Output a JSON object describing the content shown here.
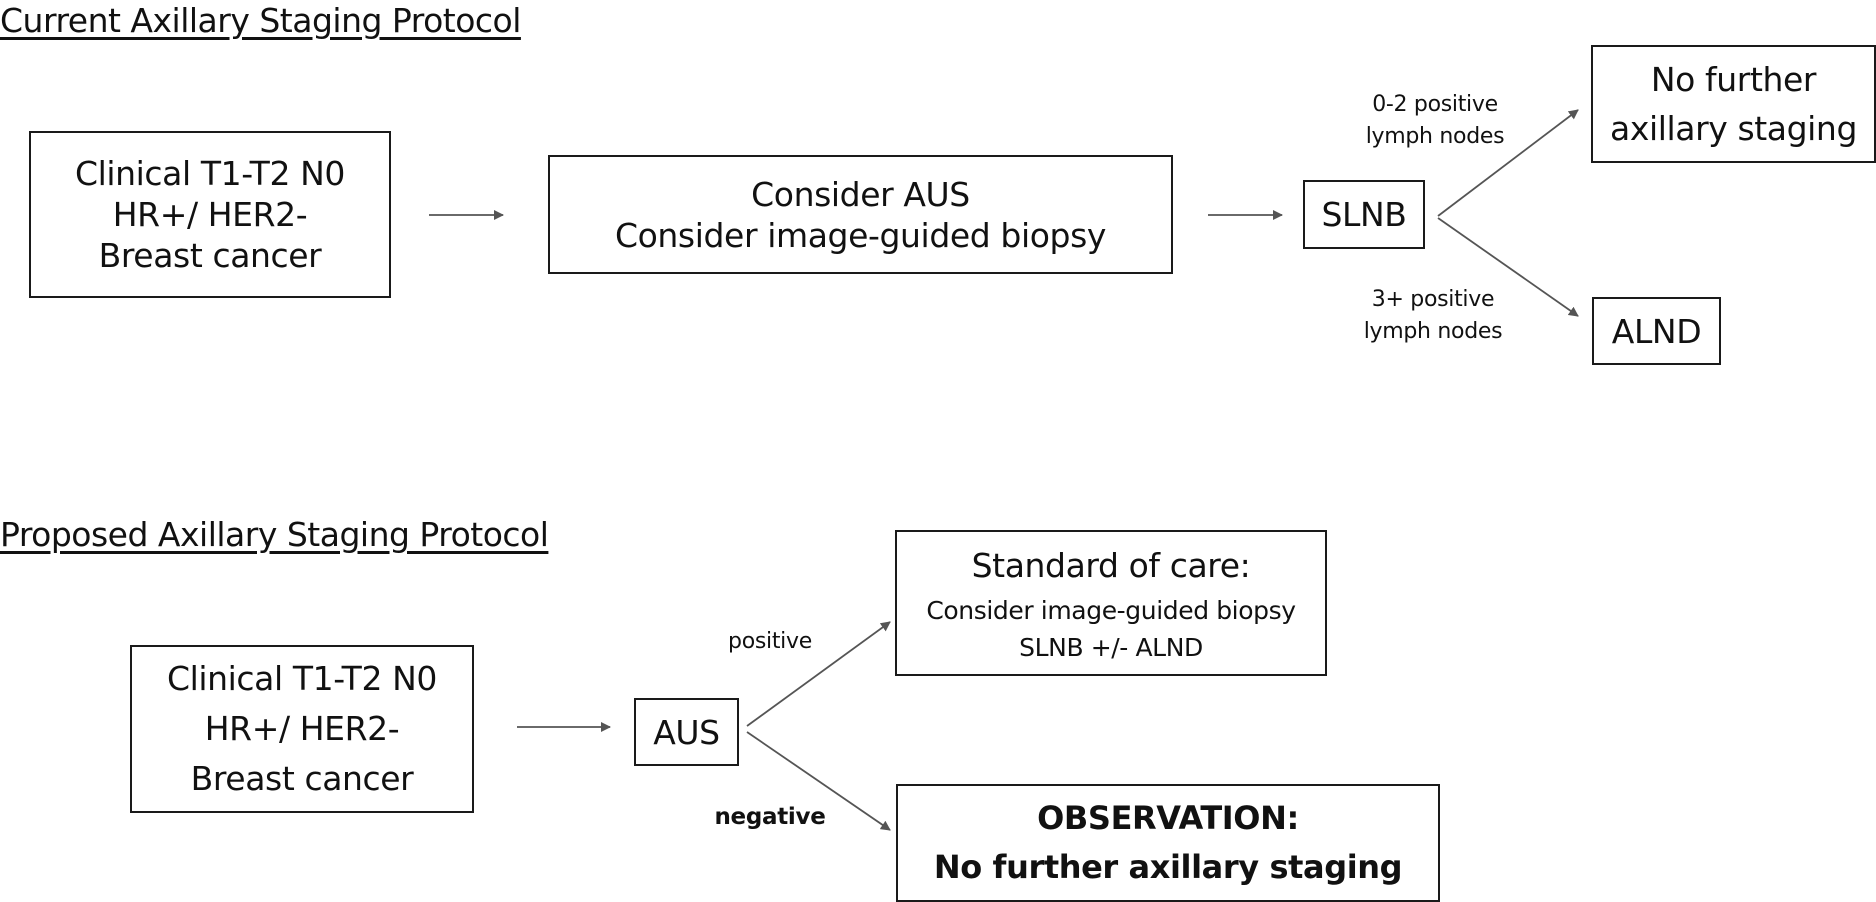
{
  "current": {
    "title": "Current Axillary Staging Protocol",
    "start_box": [
      "Clinical T1-T2 N0",
      "HR+/ HER2-",
      "Breast cancer"
    ],
    "consider_box": [
      "Consider AUS",
      "Consider image-guided biopsy"
    ],
    "slnb_box": "SLNB",
    "upper_label": [
      "0-2 positive",
      "lymph nodes"
    ],
    "lower_label": [
      "3+ positive",
      "lymph nodes"
    ],
    "no_further_box": [
      "No further",
      "axillary staging"
    ],
    "alnd_box": "ALND"
  },
  "proposed": {
    "title": "Proposed Axillary Staging Protocol",
    "start_box": [
      "Clinical T1-T2 N0",
      "HR+/ HER2-",
      "Breast cancer"
    ],
    "aus_box": "AUS",
    "positive_label": "positive",
    "negative_label": "negative",
    "standard_box": {
      "heading": "Standard of care:",
      "lines": [
        "Consider image-guided biopsy",
        "SLNB +/- ALND"
      ]
    },
    "observation_box": [
      "OBSERVATION:",
      "No further axillary staging"
    ]
  }
}
